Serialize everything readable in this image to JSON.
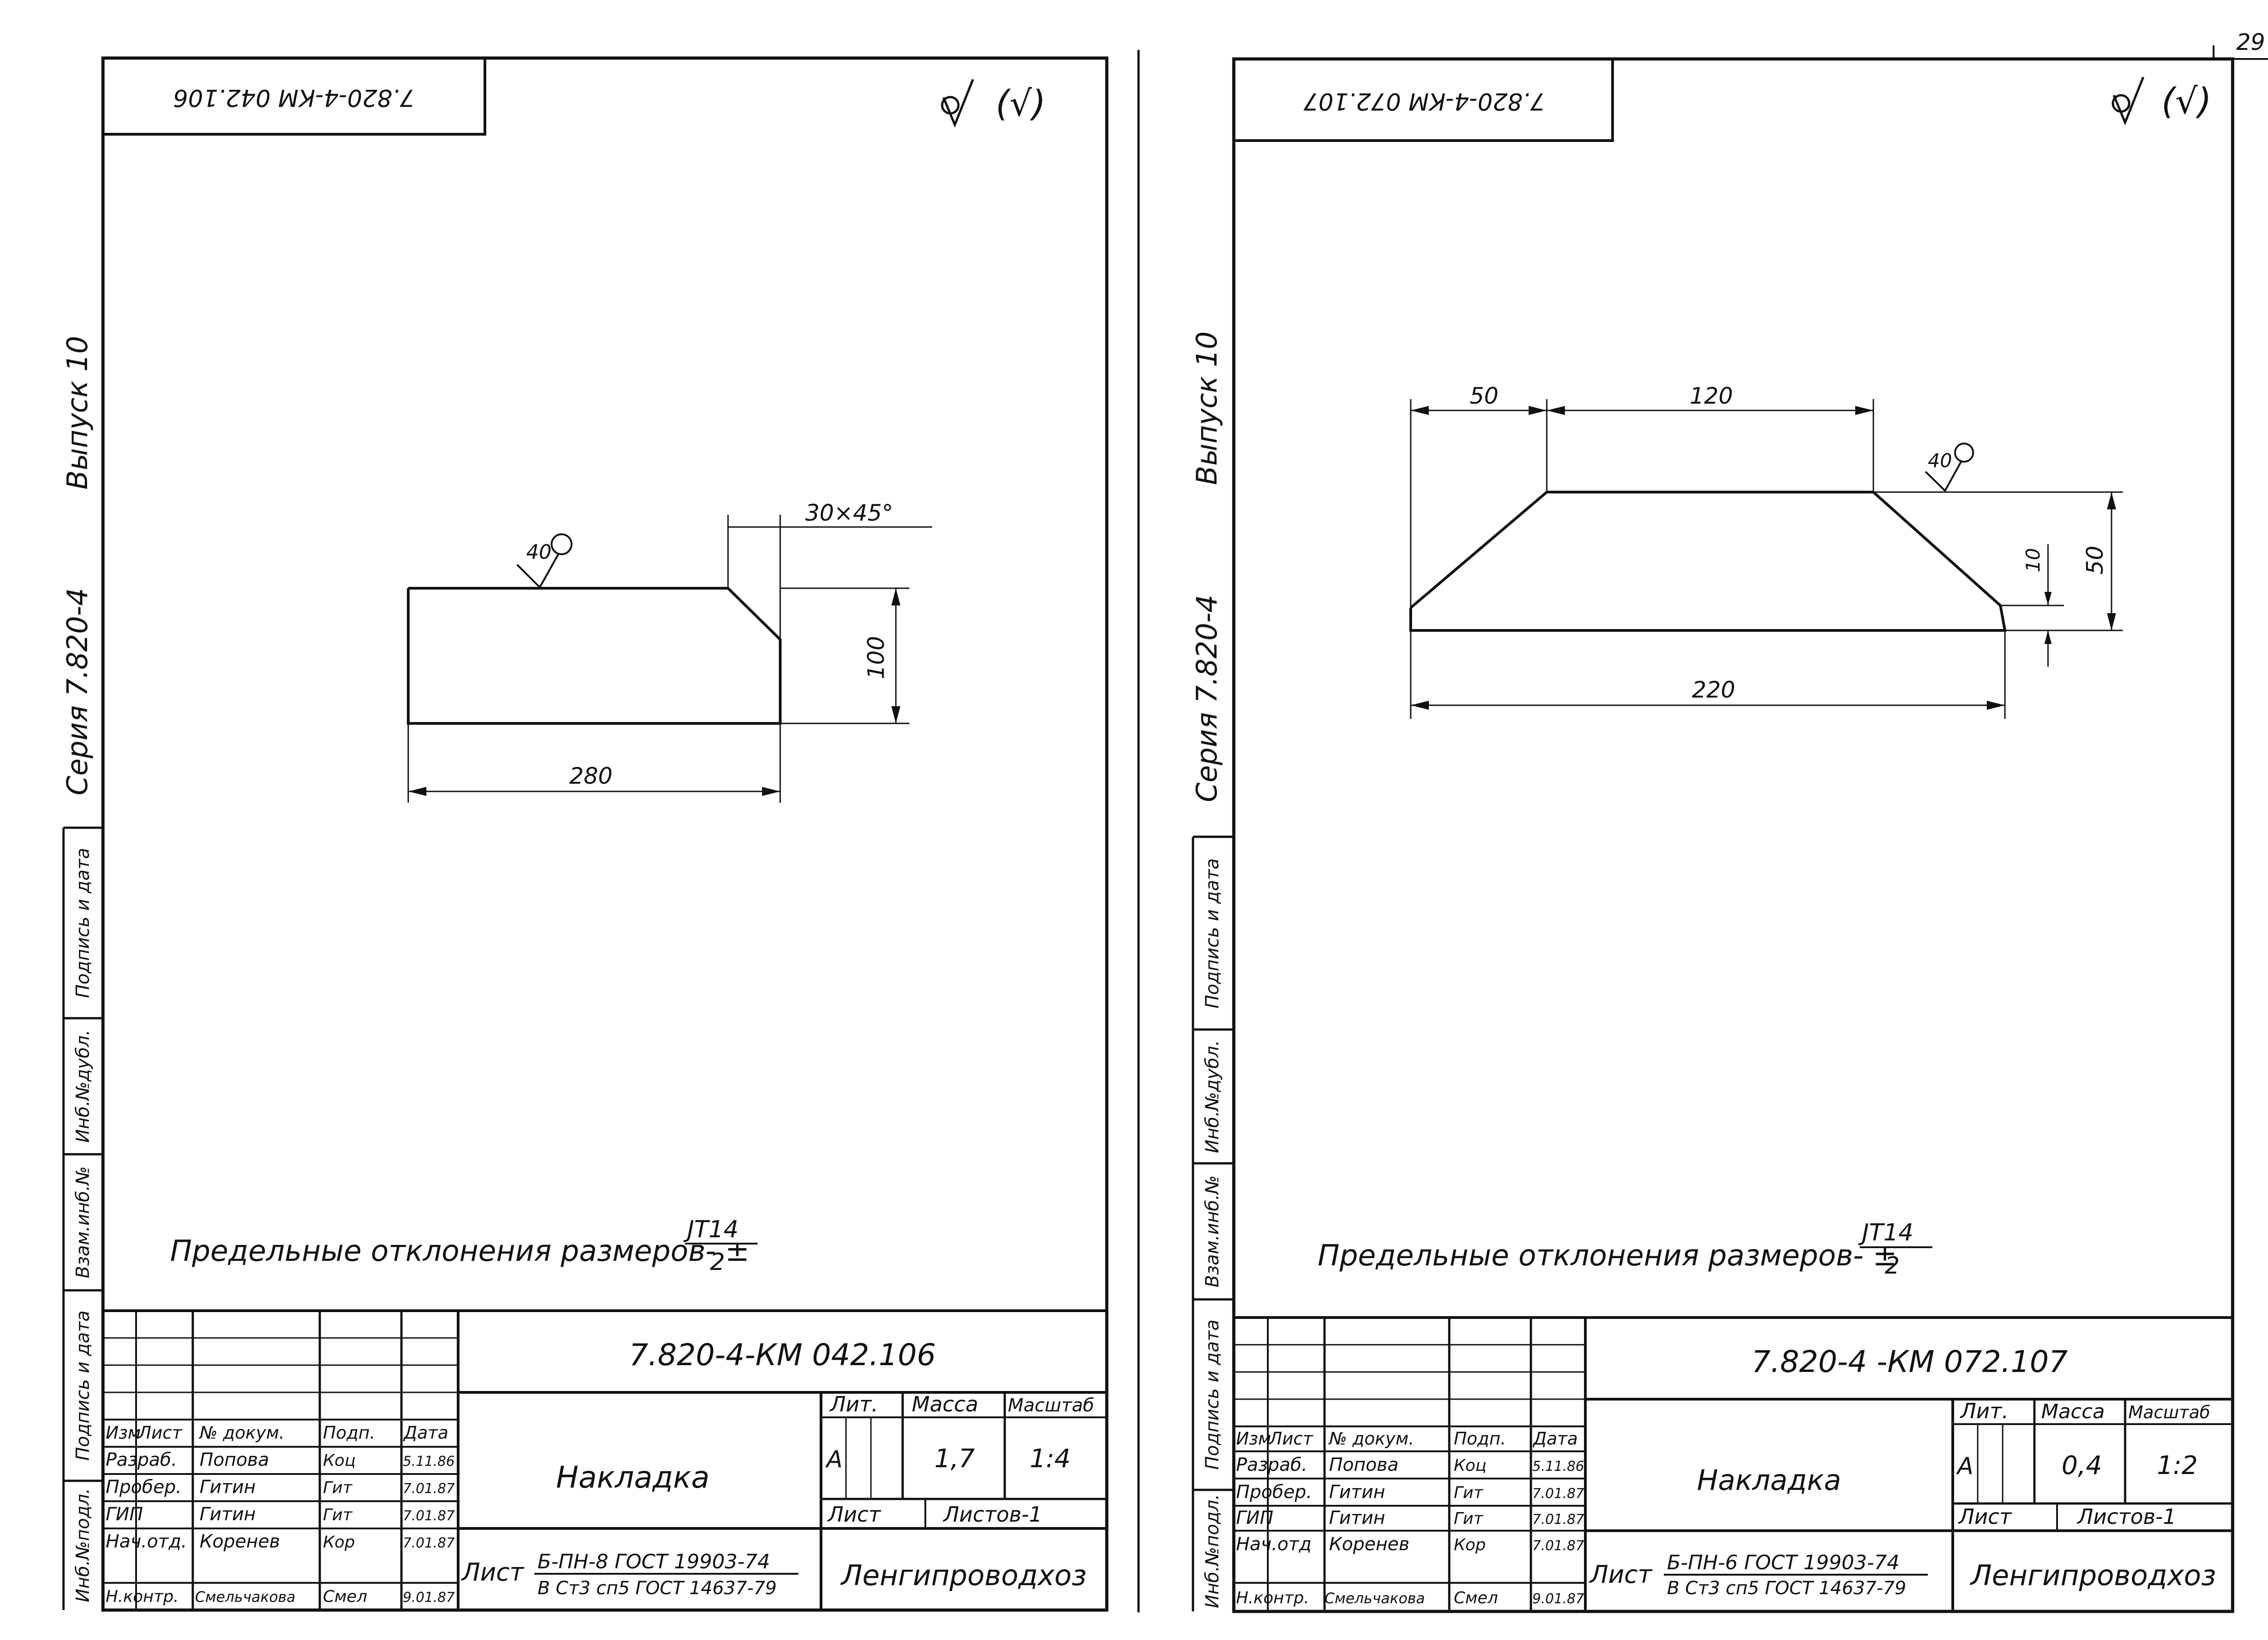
{
  "corner_page": "29",
  "left": {
    "stamp_rotated": "7.820-4-КМ 042.106",
    "roughness": "(√)",
    "side": {
      "series": "Серия 7.820-4",
      "issue": "Выпуск 10"
    },
    "side_boxes": [
      "Инб.№подл.",
      "Подпись и дата",
      "Взам.инб.№",
      "Инб.№дубл.",
      "Подпись и дата"
    ],
    "drawing": {
      "roughness": "40",
      "chamfer": "30×45°",
      "height": "100",
      "length": "280"
    },
    "tolerance": "Предельные отклонения размеров- ±",
    "tol_num": "ЈТ14",
    "tol_den": "2",
    "title": {
      "designation": "7.820-4-КМ 042.106",
      "name": "Накладка",
      "headers": [
        "Изм",
        "Лист",
        "№ докум.",
        "Подп.",
        "Дата"
      ],
      "rows": [
        [
          "Разраб.",
          "Попова",
          "Коц",
          "5.11.86"
        ],
        [
          "Пробер.",
          "Гитин",
          "Гит",
          "7.01.87"
        ],
        [
          "ГИП",
          "Гитин",
          "Гит",
          "7.01.87"
        ],
        [
          "Нач.отд.",
          "Коренев",
          "Кор",
          "7.01.87"
        ],
        [
          "Н.контр.",
          "Смельчакова",
          "Смел",
          "9.01.87"
        ]
      ],
      "lit_label": "Лит.",
      "mass_label": "Масса",
      "scale_label": "Масштаб",
      "lit": "А",
      "mass": "1,7",
      "scale": "1:4",
      "sheet_label": "Лист",
      "sheets_label": "Листов-1",
      "material_prefix": "Лист",
      "material_top": "Б-ПН-8 ГОСТ 19903-74",
      "material_bottom": "В Ст3 сп5 ГОСТ 14637-79",
      "org": "Ленгипроводхоз"
    }
  },
  "right": {
    "stamp_rotated": "7.820-4-КМ 072.107",
    "roughness": "(√)",
    "side": {
      "series": "Серия 7.820-4",
      "issue": "Выпуск 10"
    },
    "side_boxes": [
      "Инб.№подл.",
      "Подпись и дата",
      "Взам.инб.№",
      "Инб.№дубл.",
      "Подпись и дата"
    ],
    "drawing": {
      "roughness": "40",
      "top_left": "50",
      "top_mid": "120",
      "edge": "10",
      "height": "50",
      "length": "220"
    },
    "tolerance": "Предельные отклонения размеров- ±",
    "tol_num": "ЈТ14",
    "tol_den": "2",
    "title": {
      "designation": "7.820-4 -КМ 072.107",
      "name": "Накладка",
      "headers": [
        "Изм",
        "Лист",
        "№ докум.",
        "Подп.",
        "Дата"
      ],
      "rows": [
        [
          "Разраб.",
          "Попова",
          "Коц",
          "5.11.86"
        ],
        [
          "Пробер.",
          "Гитин",
          "Гит",
          "7.01.87"
        ],
        [
          "ГИП",
          "Гитин",
          "Гит",
          "7.01.87"
        ],
        [
          "Нач.отд",
          "Коренев",
          "Кор",
          "7.01.87"
        ],
        [
          "Н.контр.",
          "Смельчакова",
          "Смел",
          "9.01.87"
        ]
      ],
      "lit_label": "Лит.",
      "mass_label": "Масса",
      "scale_label": "Масштаб",
      "lit": "А",
      "mass": "0,4",
      "scale": "1:2",
      "sheet_label": "Лист",
      "sheets_label": "Листов-1",
      "material_prefix": "Лист",
      "material_top": "Б-ПН-6 ГОСТ 19903-74",
      "material_bottom": "В Ст3 сп5 ГОСТ 14637-79",
      "org": "Ленгипроводхоз"
    }
  }
}
